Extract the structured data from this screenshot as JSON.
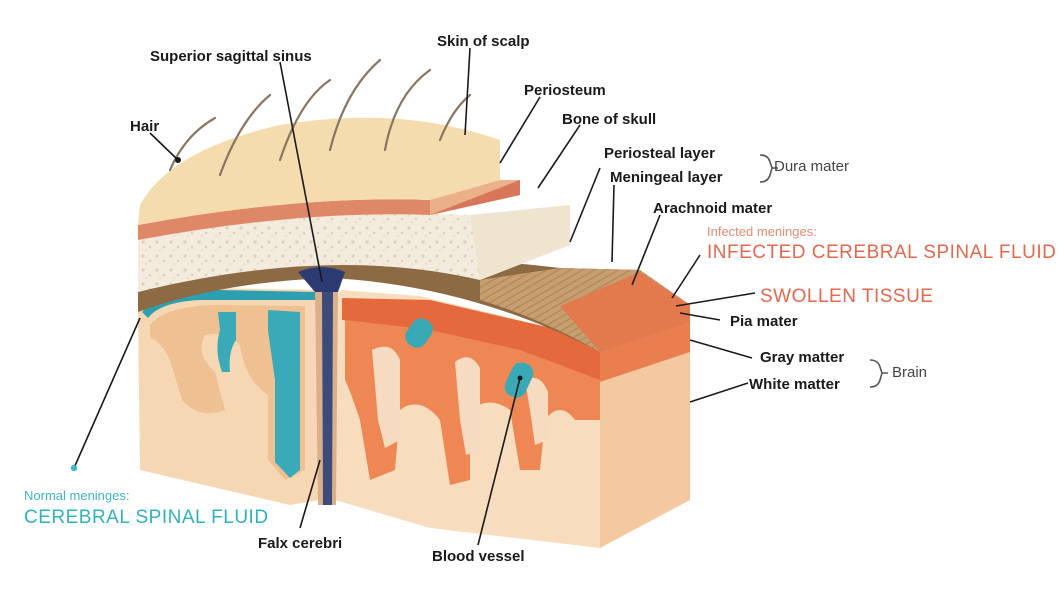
{
  "labels": {
    "hair": "Hair",
    "superior_sagittal_sinus": "Superior sagittal sinus",
    "skin_of_scalp": "Skin of scalp",
    "periosteum": "Periosteum",
    "bone_of_skull": "Bone of skull",
    "periosteal_layer": "Periosteal layer",
    "meningeal_layer": "Meningeal layer",
    "dura_mater": "Dura mater",
    "arachnoid_mater": "Arachnoid mater",
    "pia_mater": "Pia mater",
    "gray_matter": "Gray matter",
    "white_matter": "White matter",
    "brain": "Brain",
    "falx_cerebri": "Falx cerebri",
    "blood_vessel": "Blood vessel"
  },
  "normal": {
    "caption": "Normal meninges:",
    "title": "CEREBRAL SPINAL FLUID"
  },
  "infected": {
    "caption": "Infected meninges:",
    "title": "INFECTED CEREBRAL SPINAL FLUID",
    "swollen": "SWOLLEN TISSUE"
  },
  "colors": {
    "normal_accent": "#2fb2bf",
    "infected_accent": "#e6684c",
    "scalp": "#f6dfb0",
    "bone": "#f2eadb",
    "periosteum": "#e07a55",
    "dura": "#9a7a4e",
    "gray_matter_normal": "#f2c79e",
    "gray_matter_infected": "#e87a4d",
    "white_matter": "#f8dfc3"
  }
}
